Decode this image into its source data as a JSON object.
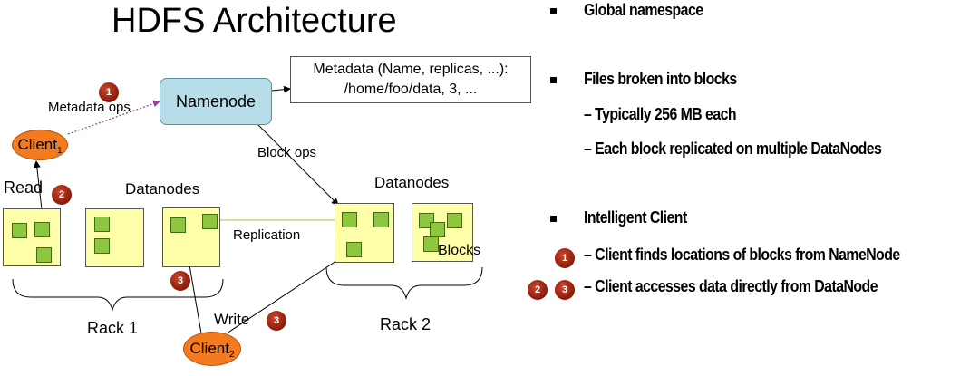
{
  "title": "HDFS Architecture",
  "metadata_box": {
    "line1": "Metadata (Name, replicas, ...):",
    "line2": "/home/foo/data, 3, ..."
  },
  "namenode_label": "Namenode",
  "client1": {
    "label": "Client",
    "subscript": "1"
  },
  "client2": {
    "label": "Client",
    "subscript": "2"
  },
  "labels": {
    "metadata_ops": "Metadata ops",
    "block_ops": "Block ops",
    "read": "Read",
    "datanodes_left": "Datanodes",
    "datanodes_right": "Datanodes",
    "replication": "Replication",
    "blocks": "Blocks",
    "write": "Write",
    "rack1": "Rack 1",
    "rack2": "Rack 2"
  },
  "badges": {
    "one": "1",
    "two": "2",
    "three": "3"
  },
  "bullets": {
    "global_namespace": "Global namespace",
    "files_broken": "Files broken into blocks",
    "typically": "– Typically  256 MB each",
    "replicated": "– Each block replicated on multiple DataNodes",
    "intelligent": "Intelligent Client",
    "finds": "– Client finds locations of blocks from NameNode",
    "accesses": "– Client accesses data directly from DataNode"
  },
  "colors": {
    "namenode_fill": "#b7dde8",
    "client_fill": "#f47a20",
    "datanode_fill": "#ffffaa",
    "block_fill": "#8ec63f",
    "badge_fill": "#8b1a0a",
    "metadata_ops_arrow": "#9b3fa0",
    "replication_arrow": "#9acd32"
  }
}
